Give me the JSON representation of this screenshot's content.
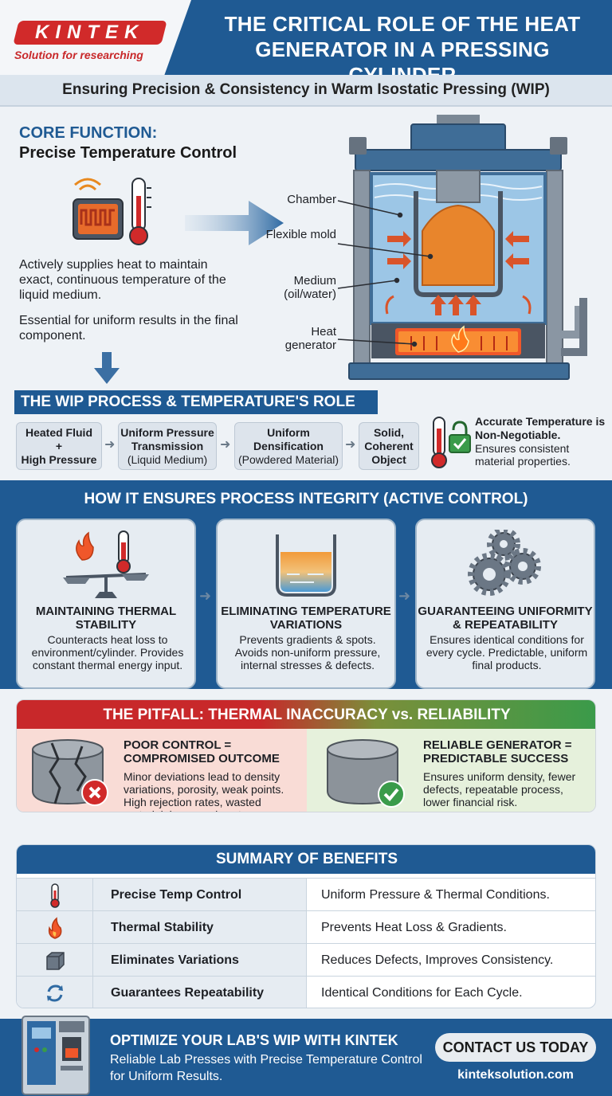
{
  "header": {
    "logo": "KINTEK",
    "tagline": "Solution for researching",
    "title": "THE CRITICAL ROLE OF THE HEAT GENERATOR IN A PRESSING CYLINDER",
    "subtitle": "Ensuring Precision & Consistency in Warm Isostatic Pressing (WIP)"
  },
  "core": {
    "heading": "CORE FUNCTION:",
    "subheading": "Precise Temperature Control",
    "text1": "Actively supplies heat to maintain exact, continuous temperature of the liquid medium.",
    "text2": "Essential for uniform results in the final component."
  },
  "cylinder": {
    "labels": {
      "chamber": "Chamber",
      "mold": "Flexible mold",
      "medium": "Medium (oil/water)",
      "heat": "Heat generator"
    }
  },
  "wip": {
    "title": "THE WIP PROCESS & TEMPERATURE'S ROLE",
    "steps": [
      {
        "line1": "Heated Fluid",
        "line2": "+",
        "line3": "High Pressure"
      },
      {
        "line1": "Uniform Pressure Transmission",
        "line2": "(Liquid Medium)"
      },
      {
        "line1": "Uniform Densification",
        "line2": "(Powdered Material)"
      },
      {
        "line1": "Solid, Coherent Object"
      }
    ],
    "note_title": "Accurate Temperature is Non-Negotiable.",
    "note_text": "Ensures consistent material properties."
  },
  "integrity": {
    "title": "HOW IT ENSURES PROCESS INTEGRITY (ACTIVE CONTROL)",
    "cards": [
      {
        "title": "MAINTAINING THERMAL STABILITY",
        "text": "Counteracts heat loss to environment/cylinder. Provides constant thermal energy input."
      },
      {
        "title": "ELIMINATING TEMPERATURE VARIATIONS",
        "text": "Prevents gradients & spots. Avoids non-uniform pressure, internal stresses & defects."
      },
      {
        "title": "GUARANTEEING UNIFORMITY & REPEATABILITY",
        "text": "Ensures identical conditions for every cycle. Predictable, uniform final products."
      }
    ]
  },
  "pitfall": {
    "title": "THE PITFALL: THERMAL INACCURACY vs. RELIABILITY",
    "left_heading": "POOR CONTROL = COMPROMISED OUTCOME",
    "left_text": "Minor deviations lead to density variations, porosity, weak points. High rejection rates, wasted material, increased costs.",
    "right_heading": "RELIABLE GENERATOR = PREDICTABLE SUCCESS",
    "right_text": "Ensures uniform density, fewer defects, repeatable process, lower financial risk."
  },
  "summary": {
    "title": "SUMMARY OF BENEFITS",
    "rows": [
      {
        "icon": "thermometer-icon",
        "name": "Precise Temp Control",
        "value": "Uniform Pressure & Thermal Conditions."
      },
      {
        "icon": "flame-icon",
        "name": "Thermal Stability",
        "value": "Prevents Heat Loss & Gradients."
      },
      {
        "icon": "cube-icon",
        "name": "Eliminates Variations",
        "value": "Reduces Defects, Improves Consistency."
      },
      {
        "icon": "repeat-icon",
        "name": "Guarantees Repeatability",
        "value": "Identical Conditions for Each Cycle."
      }
    ]
  },
  "footer": {
    "title": "OPTIMIZE YOUR LAB'S WIP WITH KINTEK",
    "text": "Reliable Lab Presses with Precise Temperature Control for Uniform Results.",
    "cta": "CONTACT US TODAY",
    "url": "kinteksolution.com"
  },
  "colors": {
    "primary_blue": "#1f5a93",
    "accent_red": "#c8282a",
    "accent_green": "#3a9b4a"
  }
}
